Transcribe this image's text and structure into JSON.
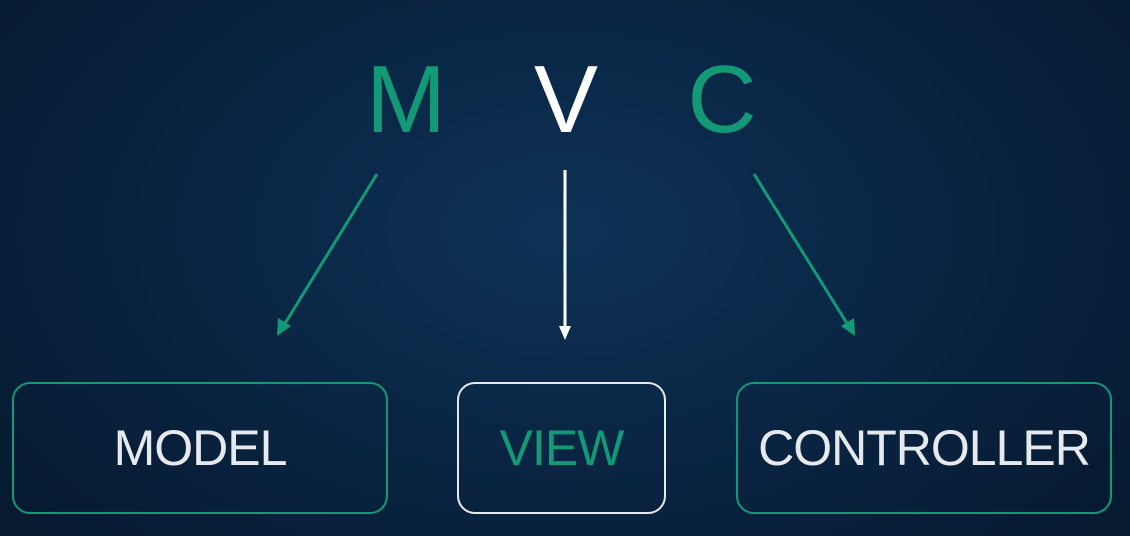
{
  "colors": {
    "accent_green": "#129a76",
    "white": "#ffffff",
    "text_light": "#e6e9ed"
  },
  "acronym": {
    "letters": [
      {
        "text": "M",
        "color": "#129a76"
      },
      {
        "text": "V",
        "color": "#ffffff"
      },
      {
        "text": "C",
        "color": "#129a76"
      }
    ]
  },
  "boxes": [
    {
      "label": "MODEL",
      "text_color": "#e6e9ed",
      "border_color": "#129a76"
    },
    {
      "label": "VIEW",
      "text_color": "#129a76",
      "border_color": "#e6e9ed"
    },
    {
      "label": "CONTROLLER",
      "text_color": "#e6e9ed",
      "border_color": "#129a76"
    }
  ]
}
